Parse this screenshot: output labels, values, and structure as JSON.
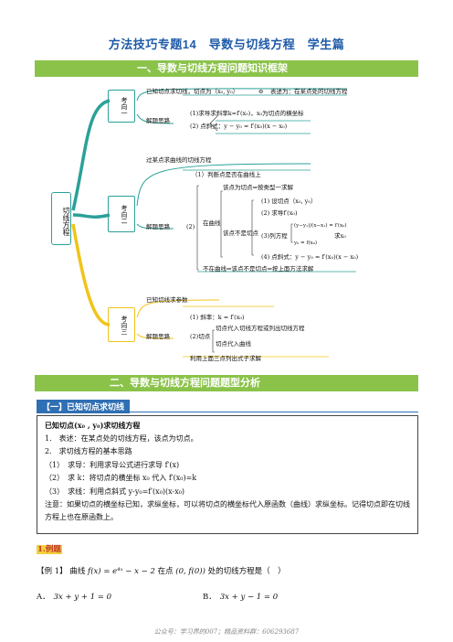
{
  "title": "方法技巧专题14　导数与切线方程　学生篇",
  "section1": "一、导数与切线方程问题知识框架",
  "mindmap": {
    "root": "切线方程",
    "k1": {
      "label": "考向一",
      "topic": "已知切点求切线，切点为（x₀, y₀）",
      "tip_icon": "⊖",
      "topic_note": "表述为：在某点处的切线方程",
      "method": "解题思路",
      "step1": "(1)求导求斜率k=f′(x₀)，x₀为切点的横坐标",
      "step2": "(2) 点斜式：y − y₀ = f′(x₀)(x − x₀)"
    },
    "k2": {
      "label": "考向二",
      "topic": "过某点求曲线的切线方程",
      "method": "解题思路",
      "judge": "（1）判断点是否在曲线上",
      "circle2": "(2)",
      "on_curve": "在曲线",
      "is_tangent": "该点为切点⇒按类型一求解",
      "not_tangent": "该点不是切点",
      "s1": "(1) 设切点（x₀, y₀）",
      "s2": "(2) 求导f′(x₀)",
      "s3_label": "(3)列方程",
      "s3_a": "(y−y₁)/(x−x₁) = f′(x₀)",
      "s3_b": "y₀ = f(x₀)",
      "s3_solve": "求x₀",
      "s4": "(4) 点斜式：y − y₀ = f′(x₀)(x − x₀)",
      "off_curve": "不在曲线⇒该点不是切点⇒按上面方法求解"
    },
    "k3": {
      "label": "考向三",
      "topic": "已知切线求参数",
      "method": "解题思路",
      "step1": "(1) 斜率：k = f′(x₀)",
      "step2": "(2)切点",
      "step2a": "切点代入切线方程或列出切线方程",
      "step2b": "切点代入曲线",
      "step3": "利用上面三点列出式子求解"
    }
  },
  "section2": "二、导数与切线方程问题题型分析",
  "type1_tag": "【一】已知切点求切线",
  "box": {
    "heading": "已知切点(x₀ , y₀)求切线方程",
    "l1": "1.　表述：在某点处的切线方程，该点为切点。",
    "l2": "2.　求切线方程的基本思路",
    "l3": "（1）　求导：利用求导公式进行求导 f′(x)",
    "l4": "（2）　求 k：将切点的横坐标 x₀ 代入 f′(x₀)=k",
    "l5": "（3）　求线：利用点斜式 y-y₀=f′(x₀)(x-x₀)",
    "note": "注意：如果切点的横坐标已知，求纵坐标，可以将切点的横坐标代入原函数（曲线）求纵坐标。记得切点即在切线方程上也在原函数上。"
  },
  "example_heading": "1.例题",
  "example": {
    "label": "【例 1】",
    "text_a": "曲线",
    "func": "f(x) = e⁴ˣ − x − 2",
    "text_b": "在点",
    "point": "(0, f(0))",
    "text_c": "处的切线方程是（　）",
    "optA_label": "A．",
    "optA": "3x + y + 1 = 0",
    "optB_label": "B．",
    "optB": "3x + y − 1 = 0"
  },
  "footer": "公众号：学习界的007；精品资料群：606293687",
  "colors": {
    "blue": "#2f6fb3",
    "green": "#8bc34a",
    "teal": "#2aa198",
    "yellow": "#f0c419"
  }
}
